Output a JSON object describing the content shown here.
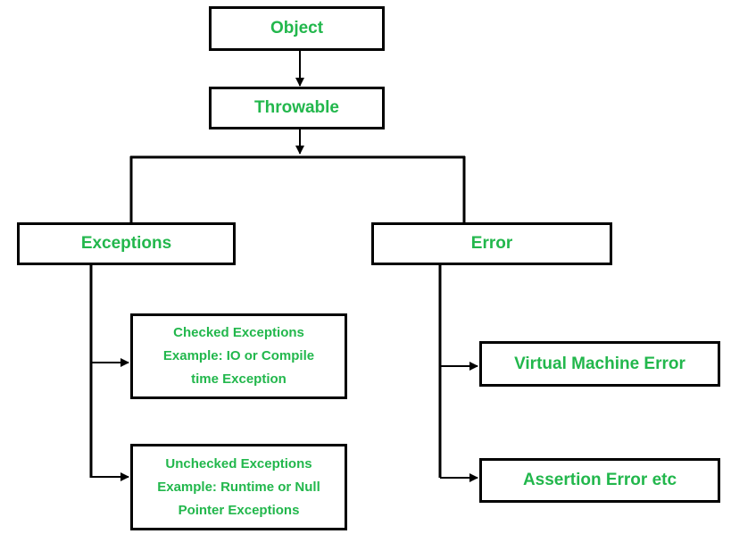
{
  "colors": {
    "text": "#22b74c",
    "line": "#000000",
    "box_fill": "#ffffff"
  },
  "nodes": {
    "object": "Object",
    "throwable": "Throwable",
    "exceptions": "Exceptions",
    "error": "Error",
    "checked": "Checked Exceptions\nExample: IO or Compile\ntime Exception",
    "unchecked": "Unchecked Exceptions\nExample: Runtime or Null\nPointer Exceptions",
    "vm_error": "Virtual Machine Error",
    "assertion_error": "Assertion Error etc"
  }
}
